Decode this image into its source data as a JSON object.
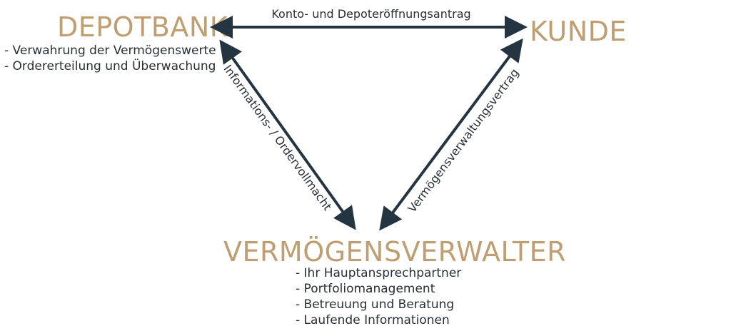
{
  "nodes": {
    "depotbank": {
      "title": "DEPOTBANK",
      "items": [
        "Verwahrung der Vermögenswerte",
        "Ordererteilung und Überwachung"
      ]
    },
    "kunde": {
      "title": "KUNDE",
      "items": []
    },
    "vermoegensverwalter": {
      "title": "VERMÖGENSVERWALTER",
      "items": [
        "Ihr Hauptansprechpartner",
        "Portfoliomanagement",
        "Betreuung und Beratung",
        "Laufende Informationen"
      ]
    }
  },
  "edges": {
    "depotbank_kunde": "Konto- und Depoteröffnungsantrag",
    "depotbank_verwalter": "Informations- / Ordervollmacht",
    "kunde_verwalter": "Vermögensverwaltungsvertrag"
  },
  "colors": {
    "title": "#bf9e72",
    "arrow": "#243440",
    "text": "#2a2f36"
  }
}
